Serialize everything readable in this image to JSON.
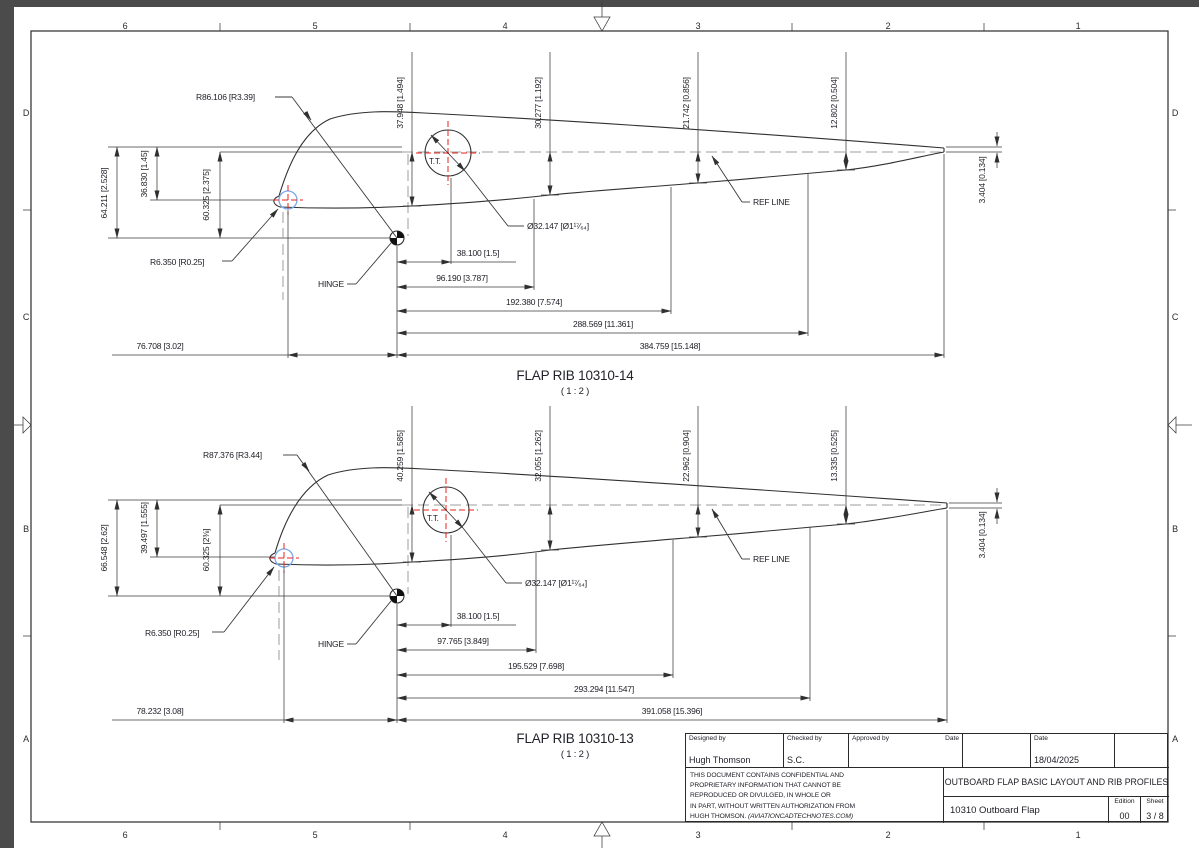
{
  "border": {
    "columns": [
      "6",
      "5",
      "4",
      "3",
      "2",
      "1"
    ],
    "rows": [
      "D",
      "C",
      "B",
      "A"
    ]
  },
  "top_rib": {
    "title": "FLAP RIB 10310-14",
    "scale": "( 1 : 2 )",
    "surface_radius": "R86.106 [R3.39]",
    "le_radius": "R6.350 [R0.25]",
    "hinge": "HINGE",
    "ref_line": "REF LINE",
    "tt": "T.T.",
    "hole_diameter": "Ø32.147 [Ø1¹⁷⁄₆₄]",
    "height_total": "64.211 [2.528]",
    "height_le": "36.830 [1.45]",
    "height_ref": "60.325 [2.375]",
    "th1": "37.948 [1.494]",
    "th2": "30.277 [1.192]",
    "th3": "21.742 [0.856]",
    "th4": "12.802 [0.504]",
    "te": "3.404 [0.134]",
    "c1": "38.100 [1.5]",
    "c2": "96.190 [3.787]",
    "c3": "192.380 [7.574]",
    "c4": "288.569 [11.361]",
    "c5": "384.759 [15.148]",
    "le_offset": "76.708 [3.02]"
  },
  "bottom_rib": {
    "title": "FLAP RIB 10310-13",
    "scale": "( 1 : 2 )",
    "surface_radius": "R87.376 [R3.44]",
    "le_radius": "R6.350 [R0.25]",
    "hinge": "HINGE",
    "ref_line": "REF LINE",
    "tt": "T.T.",
    "hole_diameter": "Ø32.147 [Ø1¹⁷⁄₆₄]",
    "height_total": "66.548 [2.62]",
    "height_le": "39.497 [1.555]",
    "height_ref": "60.325 [2⅜]",
    "th1": "40.259 [1.585]",
    "th2": "32.055 [1.262]",
    "th3": "22.962 [0.904]",
    "th4": "13.335 [0.525]",
    "te": "3.404 [0.134]",
    "c1": "38.100 [1.5]",
    "c2": "97.765 [3.849]",
    "c3": "195.529 [7.698]",
    "c4": "293.294 [11.547]",
    "c5": "391.058 [15.396]",
    "le_offset": "78.232 [3.08]"
  },
  "title_block": {
    "designed_label": "Designed by",
    "designed": "Hugh Thomson",
    "checked_label": "Checked by",
    "checked": "S.C.",
    "approved_label": "Approved by",
    "date_label": "Date",
    "date2_label": "Date",
    "date": "18/04/2025",
    "disclaimer1": "THIS DOCUMENT CONTAINS CONFIDENTIAL AND",
    "disclaimer2": "PROPRIETARY INFORMATION THAT CANNOT BE",
    "disclaimer3": "REPRODUCED OR DIVULGED, IN WHOLE OR",
    "disclaimer4": "IN PART, WITHOUT WRITTEN AUTHORIZATION FROM",
    "disclaimer5": "HUGH THOMSON. ",
    "disclaimer5_italic": "(AVIATIONCADTECHNOTES.COM)",
    "title": "OUTBOARD FLAP BASIC LAYOUT AND RIB PROFILES",
    "part": "10310 Outboard Flap",
    "edition_label": "Edition",
    "edition": "00",
    "sheet_label": "Sheet",
    "sheet": "3 / 8"
  },
  "colors": {
    "line": "#303030",
    "dim_text": "#1c1d24",
    "red": "#e8231e",
    "blue": "#77aaee",
    "gray_dash": "#9c9c9c",
    "edge": "#4b4b4b"
  }
}
